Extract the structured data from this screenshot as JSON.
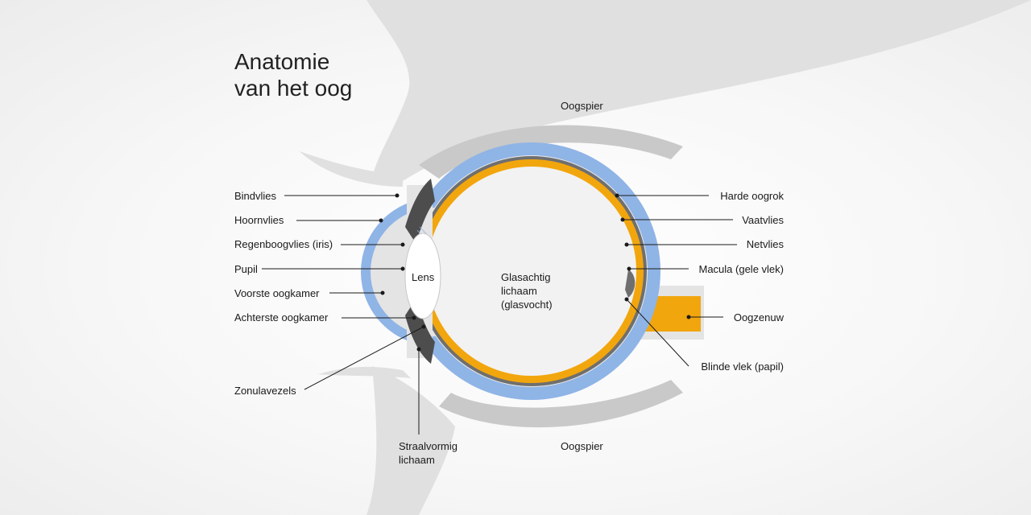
{
  "title": {
    "line1": "Anatomie",
    "line2": "van het oog"
  },
  "colors": {
    "sclera": "#8fb4e6",
    "retina": "#f2a60d",
    "choroid": "#6f6f6f",
    "iris": "#4d4d4d",
    "muscle": "#c9c9c9",
    "background_shape": "#e0e0e0"
  },
  "labels": {
    "bindvlies": "Bindvlies",
    "hoornvlies": "Hoornvlies",
    "regenboogvlies": "Regenboogvlies (iris)",
    "pupil": "Pupil",
    "voorste_oogkamer": "Voorste oogkamer",
    "achterste_oogkamer": "Achterste oogkamer",
    "zonulavezels": "Zonulavezels",
    "straalvormig_1": "Straalvormig",
    "straalvormig_2": "lichaam",
    "lens": "Lens",
    "glasachtig_1": "Glasachtig",
    "glasachtig_2": "lichaam",
    "glasachtig_3": "(glasvocht)",
    "oogspier_top": "Oogspier",
    "oogspier_bottom": "Oogspier",
    "harde_oogrok": "Harde oogrok",
    "vaatvlies": "Vaatvlies",
    "netvlies": "Netvlies",
    "macula": "Macula (gele vlek)",
    "oogzenuw": "Oogzenuw",
    "blinde_vlek": "Blinde vlek (papil)"
  }
}
